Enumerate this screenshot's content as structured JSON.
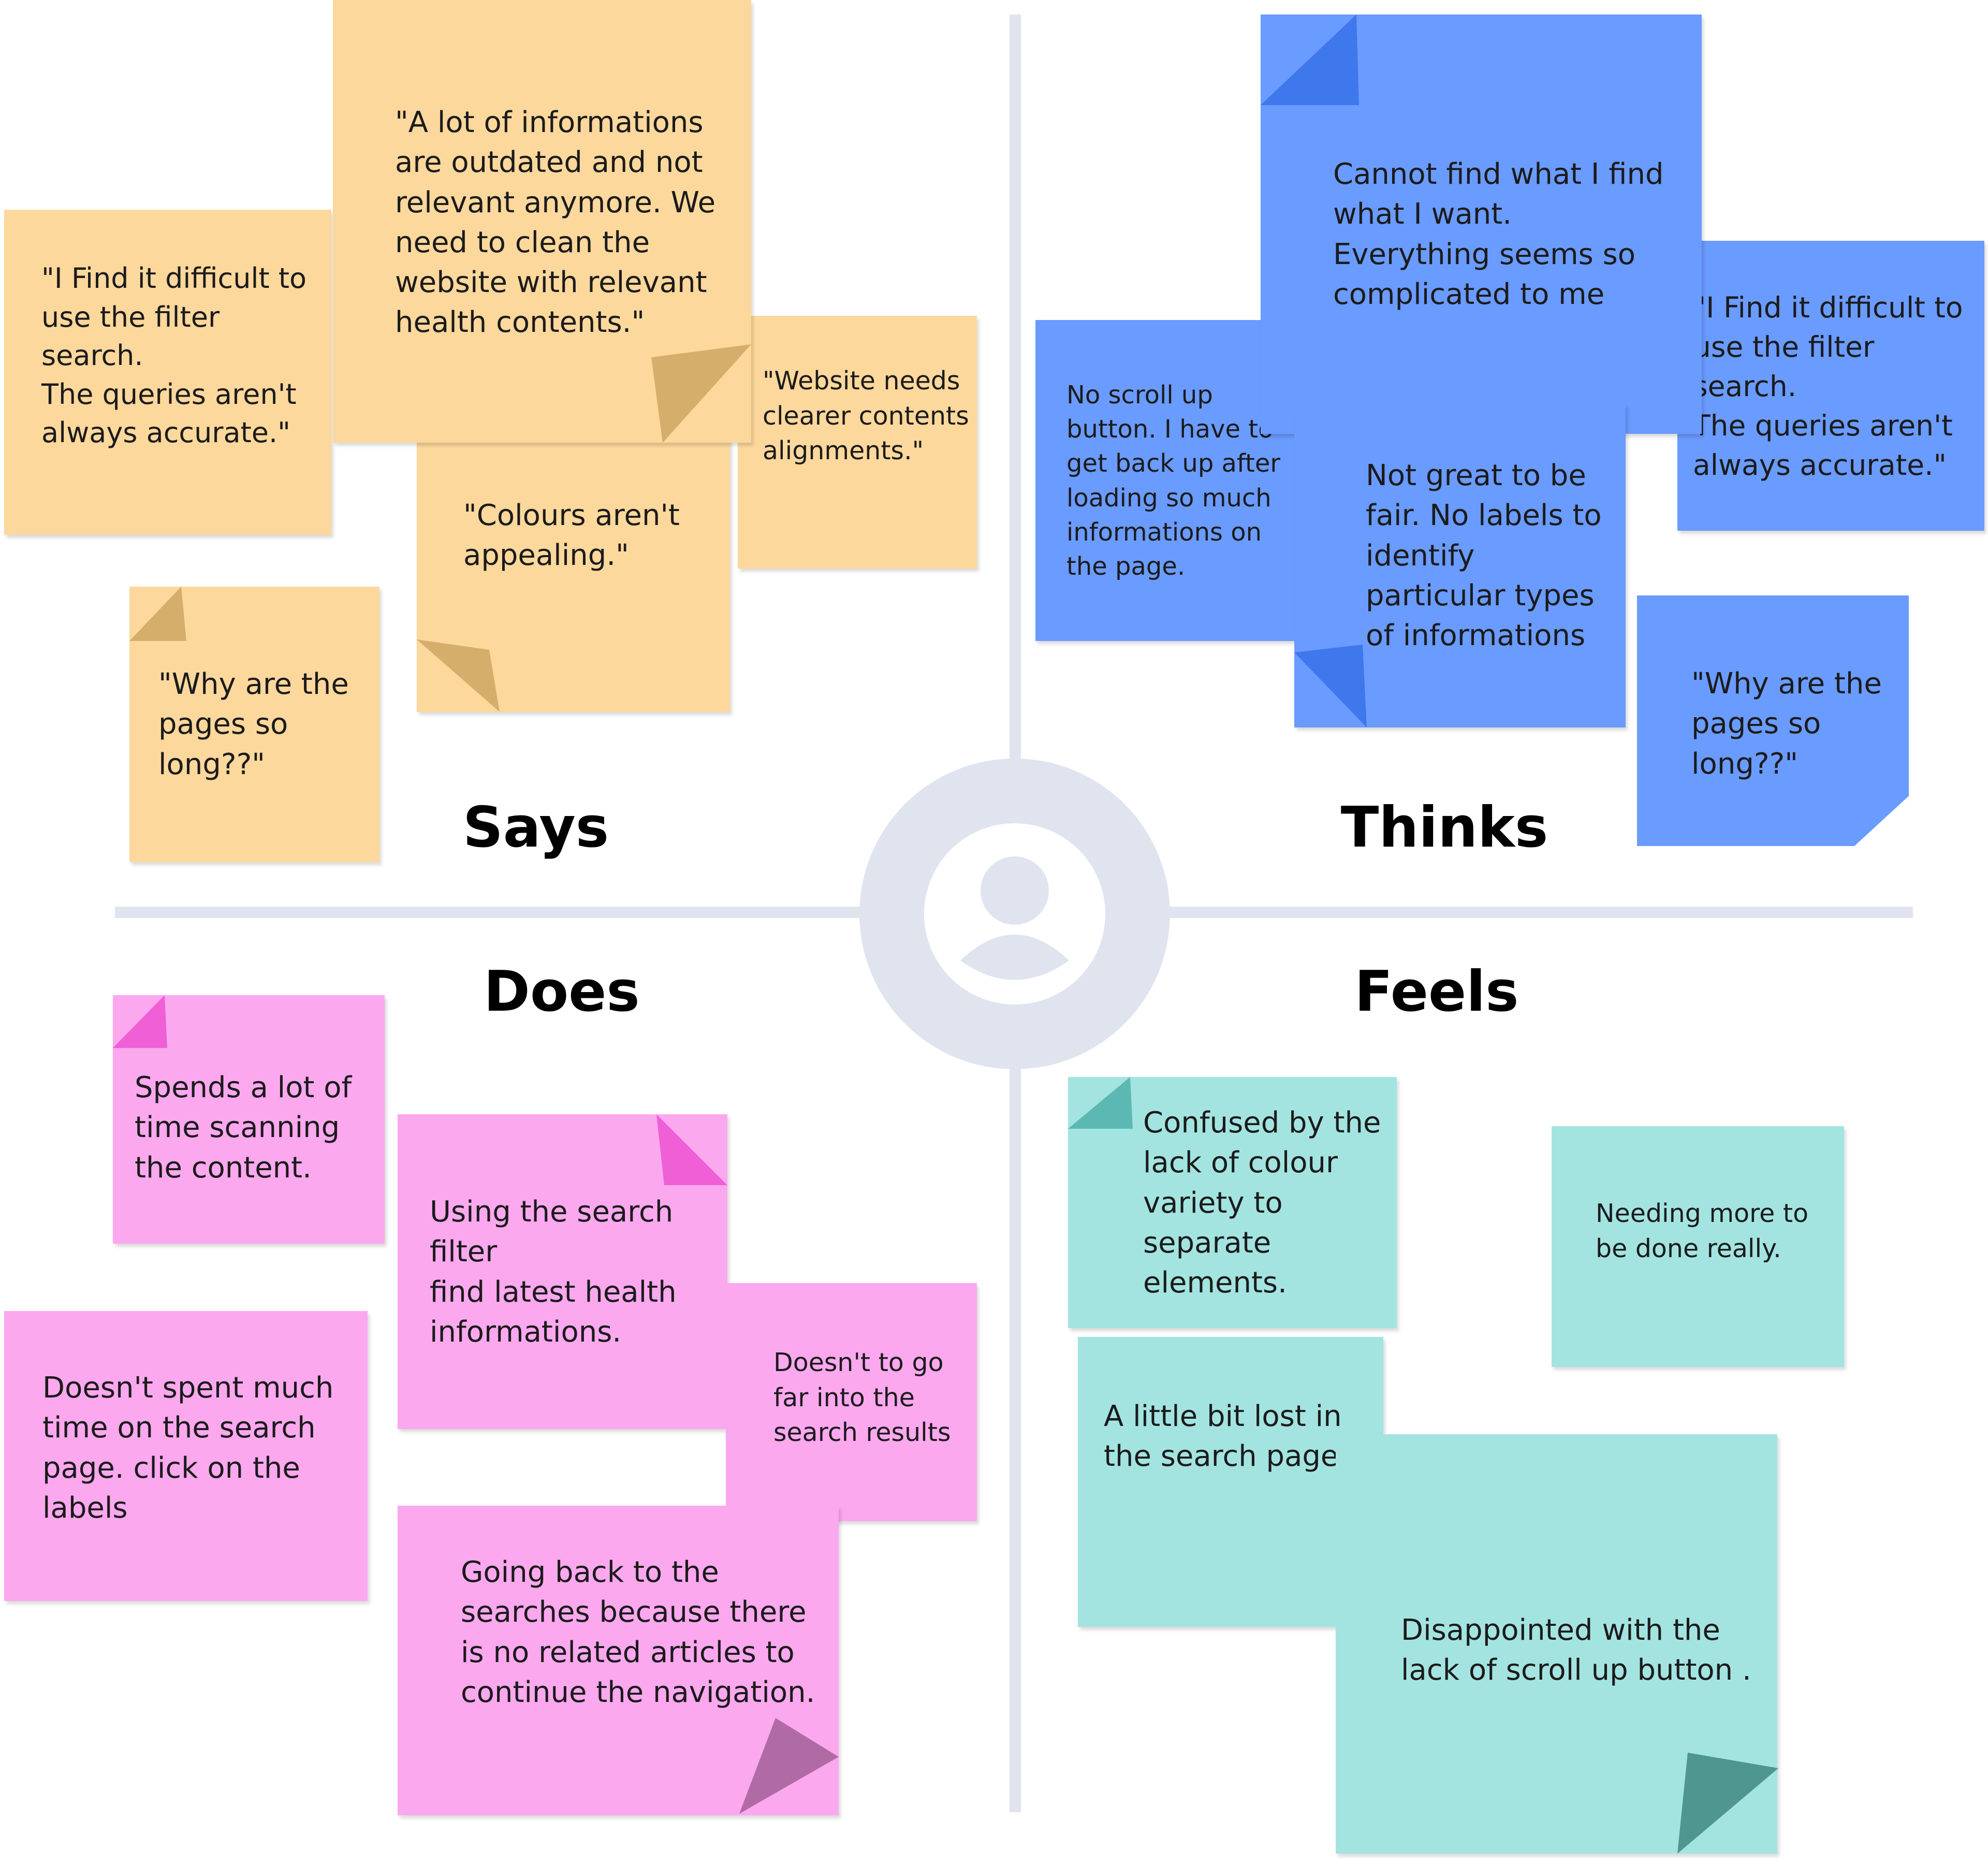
{
  "quadrants": {
    "says": "Says",
    "thinks": "Thinks",
    "does": "Does",
    "feels": "Feels"
  },
  "center": {
    "icon": "user-avatar-icon"
  },
  "colors": {
    "says_note": "#fdd89c",
    "thinks_note": "#6a9bff",
    "does_note": "#fca8ef",
    "feels_note": "#a3e4e1",
    "divider": "#dfe4ef"
  },
  "says_notes": [
    "\"I Find it difficult to use the filter search.\nThe queries aren't always accurate.\"",
    "\"A lot of informations are outdated and not relevant anymore. We need to clean the website with relevant health contents.\"",
    "\"Website needs clearer contents alignments.\"",
    "\"Colours aren't appealing.\"",
    "\"Why are the pages so long??\""
  ],
  "thinks_notes": [
    "Cannot find what I find what I want. Everything seems so complicated to me",
    "No scroll up button. I have to get back up after loading so much informations on the page.",
    "Not great to be fair. No labels to identify particular types of informations",
    "\"I Find it difficult to use the filter search.\nThe queries aren't always accurate.\"",
    "\"Why are the pages so long??\""
  ],
  "does_notes": [
    "Spends a lot of time scanning the content.",
    "Using the search filter\nfind latest health informations.",
    "Doesn't to go far into the search results",
    "Doesn't spent much time on the search page. click on the labels",
    "Going back to the searches because there is no related articles to continue the navigation."
  ],
  "feels_notes": [
    "Confused by the lack of colour variety to separate elements.",
    "Needing more to be done really.",
    "A little bit lost in the search page .",
    "Disappointed with the lack of scroll up button ."
  ]
}
